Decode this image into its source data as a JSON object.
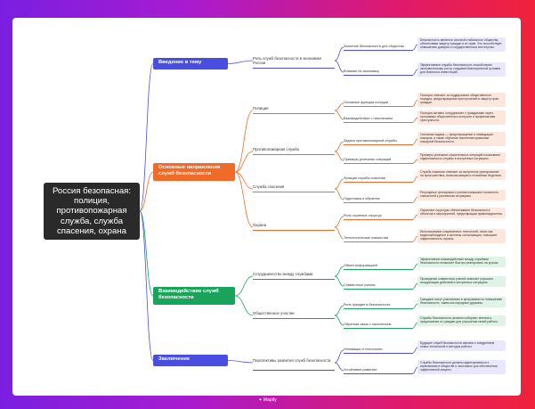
{
  "root": "Россия безопасная: полиция, противопожарная служба, служба спасения, охрана",
  "sections": [
    {
      "title": "Введение в тему",
      "color": "#4a4ee0",
      "subs": [
        {
          "label": "Роль служб безопасности в экономике России",
          "items": [
            {
              "label": "Значение безопасности для общества",
              "text": "Безопасность является основой стабильного общества, обеспечивая защиту граждан и их прав. Это способствует повышению доверия к государственным институтам."
            },
            {
              "label": "Влияние на экономику",
              "text": "Эффективные службы безопасности способствуют экономическому росту, создавая благоприятные условия для бизнеса и инвестиций."
            }
          ]
        }
      ]
    },
    {
      "title": "Основные направления служб безопасности",
      "color": "#f06a2a",
      "subs": [
        {
          "label": "Полиция",
          "items": [
            {
              "label": "Основные функции полиции",
              "text": "Полиция отвечает за поддержание общественного порядка, предотвращение преступлений и защиту прав граждан."
            },
            {
              "label": "Взаимодействие с населением",
              "text": "Полиция активно сотрудничает с гражданами через программы общественного контроля и профилактики преступности."
            }
          ]
        },
        {
          "label": "Противопожарная служба",
          "items": [
            {
              "label": "Задачи противопожарной службы",
              "text": "Основная задача — предотвращение и ликвидация пожаров, а также обучение населения правилам пожарной безопасности."
            },
            {
              "label": "Примеры успешных операций",
              "text": "Примеры успешных спасательных операций показывают эффективность службы в экстренных ситуациях."
            }
          ]
        },
        {
          "label": "Служба спасения",
          "items": [
            {
              "label": "Функции службы спасения",
              "text": "Служба спасения отвечает за экстренное реагирование на происшествия, включая аварии и стихийные бедствия."
            },
            {
              "label": "Подготовка и обучение",
              "text": "Регулярные тренировки и учения повышают готовность спасателей к различным ситуациям."
            }
          ]
        },
        {
          "label": "Охрана",
          "items": [
            {
              "label": "Роль охранных структур",
              "text": "Охранные структуры обеспечивают безопасность объектов и мероприятий, предотвращая правонарушения."
            },
            {
              "label": "Технологические новшества",
              "text": "Использование современных технологий, таких как видеонаблюдение и системы сигнализации, повышает эффективность охраны."
            }
          ]
        }
      ]
    },
    {
      "title": "Взаимодействие служб безопасности",
      "color": "#1aa35a",
      "subs": [
        {
          "label": "Сотрудничество между службами",
          "items": [
            {
              "label": "Обмен информацией",
              "text": "Эффективное взаимодействие между службами безопасности позволяет быстро реагировать на угрозы."
            },
            {
              "label": "Совместные учения",
              "text": "Проведение совместных учений помогает улучшить координацию действий в экстренных ситуациях."
            }
          ]
        },
        {
          "label": "Общественное участие",
          "items": [
            {
              "label": "Роль граждан в безопасности",
              "text": "Граждане могут участвовать в программах по повышению безопасности, таким как народные дружины."
            },
            {
              "label": "Обратная связь с населением",
              "text": "Службы безопасности активно собирают мнения и предложения от граждан для улучшения своей работы."
            }
          ]
        }
      ]
    },
    {
      "title": "Заключение",
      "color": "#4a4ee0",
      "subs": [
        {
          "label": "Перспективы развития служб безопасности",
          "items": [
            {
              "label": "Инновации и технологии",
              "text": "Будущее служб безопасности связано с внедрением новых технологий и методов работы."
            },
            {
              "label": "Устойчивое развитие",
              "text": "Службы безопасности должны адаптироваться к изменениям в обществе и экономике для обеспечения эффективной защиты."
            }
          ]
        }
      ]
    }
  ],
  "footer": "Mapify"
}
